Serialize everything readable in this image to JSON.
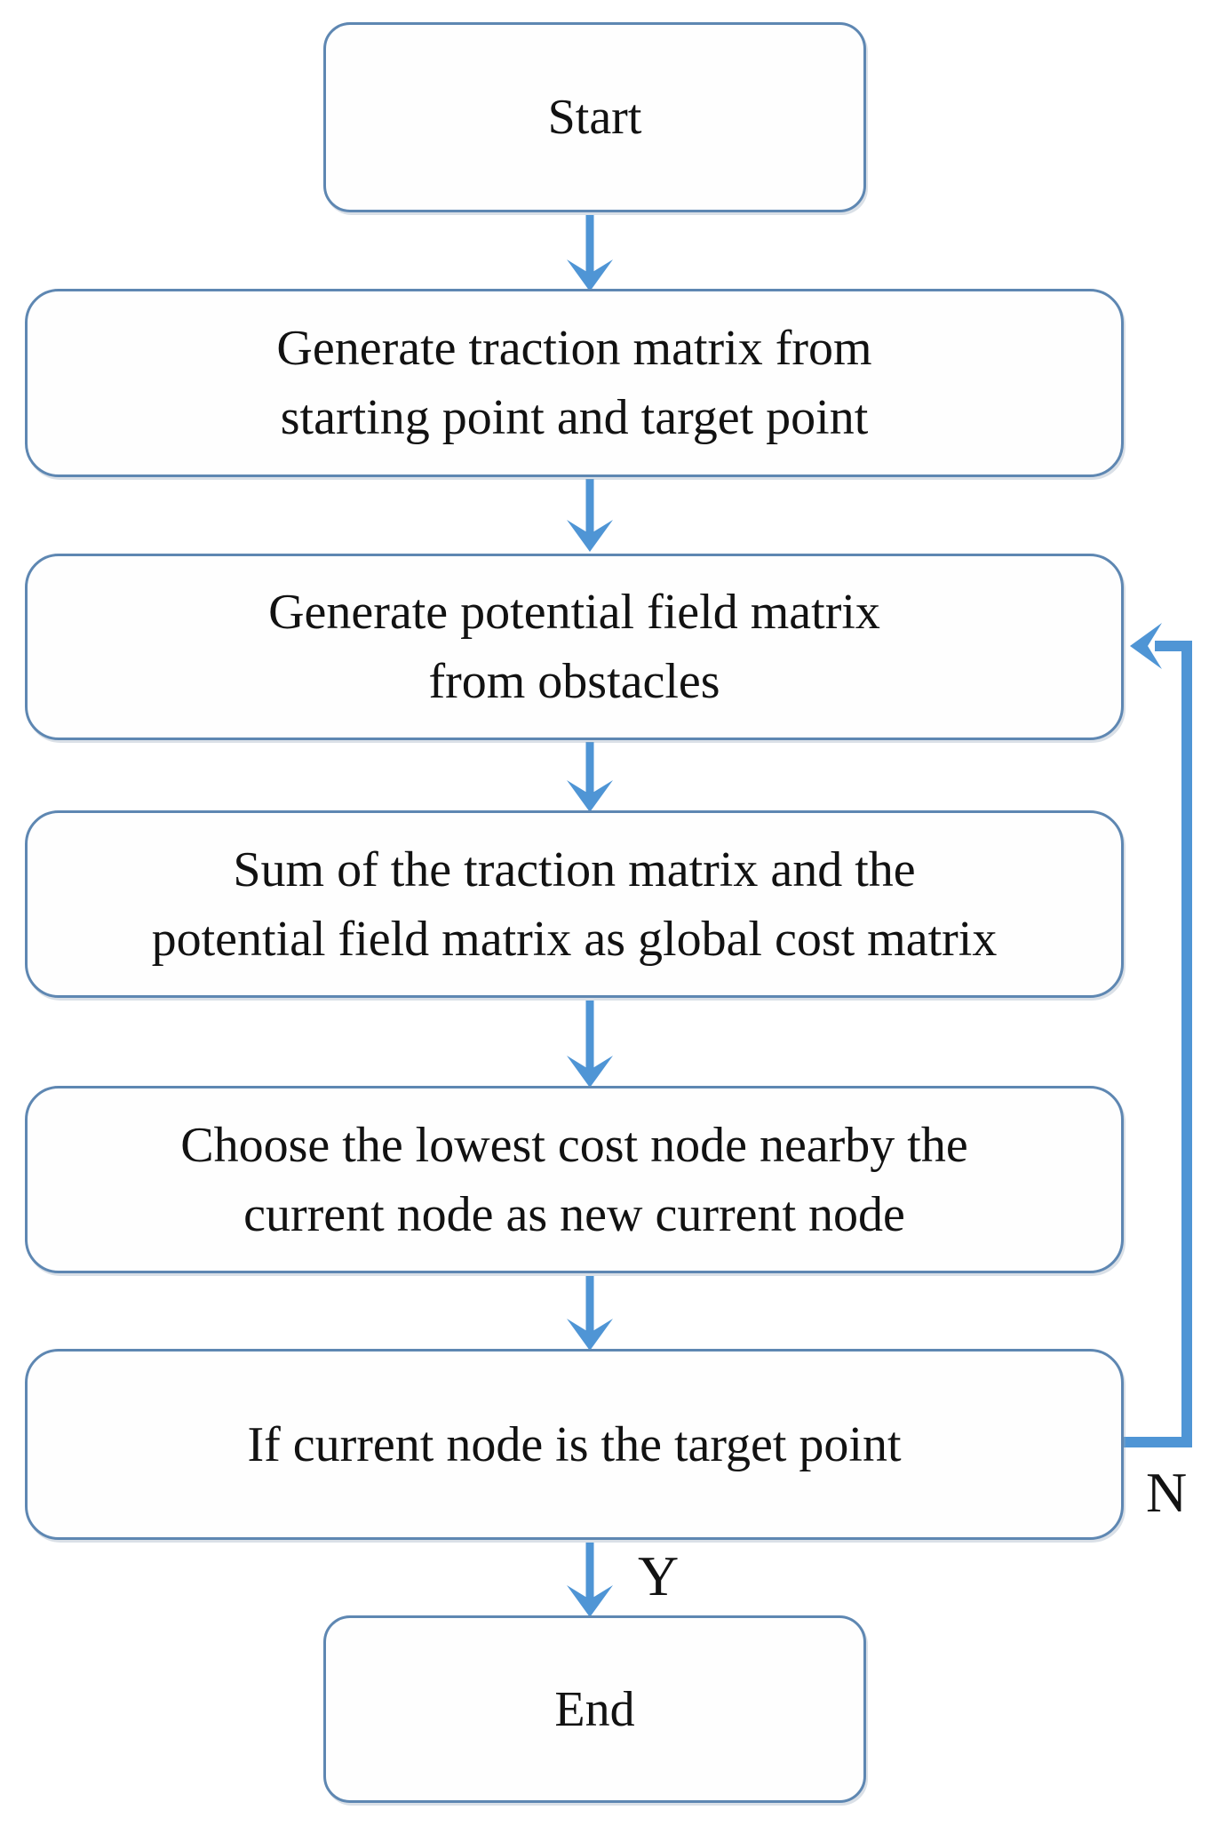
{
  "diagram": {
    "type": "flowchart",
    "background": "#ffffff",
    "colors": {
      "node_border": "#5e87b2",
      "node_fill": "#fefefe",
      "arrow": "#4f95d5",
      "text": "#121212"
    },
    "nodes": [
      {
        "id": "start",
        "label": "Start",
        "lines": [
          "Start"
        ]
      },
      {
        "id": "traction-matrix",
        "label": "Generate traction matrix from starting point and target point",
        "lines": [
          "Generate traction matrix from",
          "starting point and target point"
        ]
      },
      {
        "id": "potential-field",
        "label": "Generate potential field matrix from obstacles",
        "lines": [
          "Generate potential field matrix",
          "from obstacles"
        ]
      },
      {
        "id": "global-cost",
        "label": "Sum of the traction matrix and the potential field matrix as global cost matrix",
        "lines": [
          "Sum of the traction matrix and the",
          "potential field matrix as global cost matrix"
        ]
      },
      {
        "id": "choose-node",
        "label": "Choose the lowest cost node nearby the current node as new current node",
        "lines": [
          "Choose the lowest cost node nearby the",
          "current node as new current node"
        ]
      },
      {
        "id": "check-target",
        "label": "If current node is the target point",
        "lines": [
          "If current node is the target point"
        ]
      },
      {
        "id": "end",
        "label": "End",
        "lines": [
          "End"
        ]
      }
    ],
    "edge_labels": {
      "yes": "Y",
      "no": "N"
    }
  }
}
